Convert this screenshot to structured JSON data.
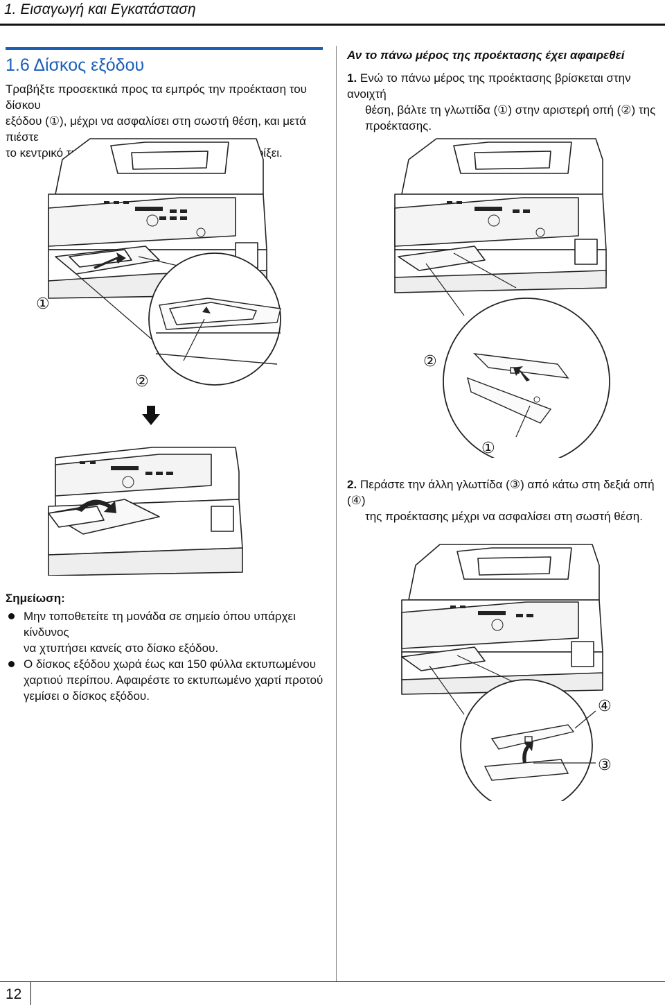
{
  "header": {
    "title": "1. Εισαγωγή και Εγκατάσταση"
  },
  "section": {
    "title": "1.6 Δίσκος εξόδου",
    "intro": [
      "Τραβήξτε προσεκτικά προς τα εμπρός την προέκταση του δίσκου",
      "εξόδου (①), μέχρι να ασφαλίσει στη σωστή θέση, και μετά πιέστε",
      "το κεντρικό τμήμα της προέκτασης (②) για να ανοίξει."
    ]
  },
  "right": {
    "subheading": "Αν το πάνω μέρος της προέκτασης έχει αφαιρεθεί",
    "step1": {
      "num": "1.",
      "lines": [
        "Ενώ το πάνω μέρος της προέκτασης βρίσκεται στην ανοιχτή",
        "θέση, βάλτε τη γλωττίδα (①) στην αριστερή οπή (②) της",
        "προέκτασης."
      ]
    },
    "step2": {
      "num": "2.",
      "lines": [
        "Περάστε την άλλη γλωττίδα (③) από κάτω στη δεξιά οπή (④)",
        "της προέκτασης μέχρι να ασφαλίσει στη σωστή θέση."
      ]
    }
  },
  "callouts": {
    "c1": "①",
    "c2": "②",
    "c3": "③",
    "c4": "④"
  },
  "note": {
    "heading": "Σημείωση:",
    "items": [
      [
        "Μην τοποθετείτε τη μονάδα σε σημείο όπου υπάρχει κίνδυνος",
        "να χτυπήσει κανείς στο δίσκο εξόδου."
      ],
      [
        "Ο δίσκος εξόδου χωρά έως και 150 φύλλα εκτυπωμένου",
        "χαρτιού περίπου. Αφαιρέστε το εκτυπωμένο χαρτί προτού",
        "γεμίσει ο δίσκος εξόδου."
      ]
    ]
  },
  "footer": {
    "page": "12"
  },
  "colors": {
    "accent": "#1b5fb8",
    "text": "#111111"
  }
}
